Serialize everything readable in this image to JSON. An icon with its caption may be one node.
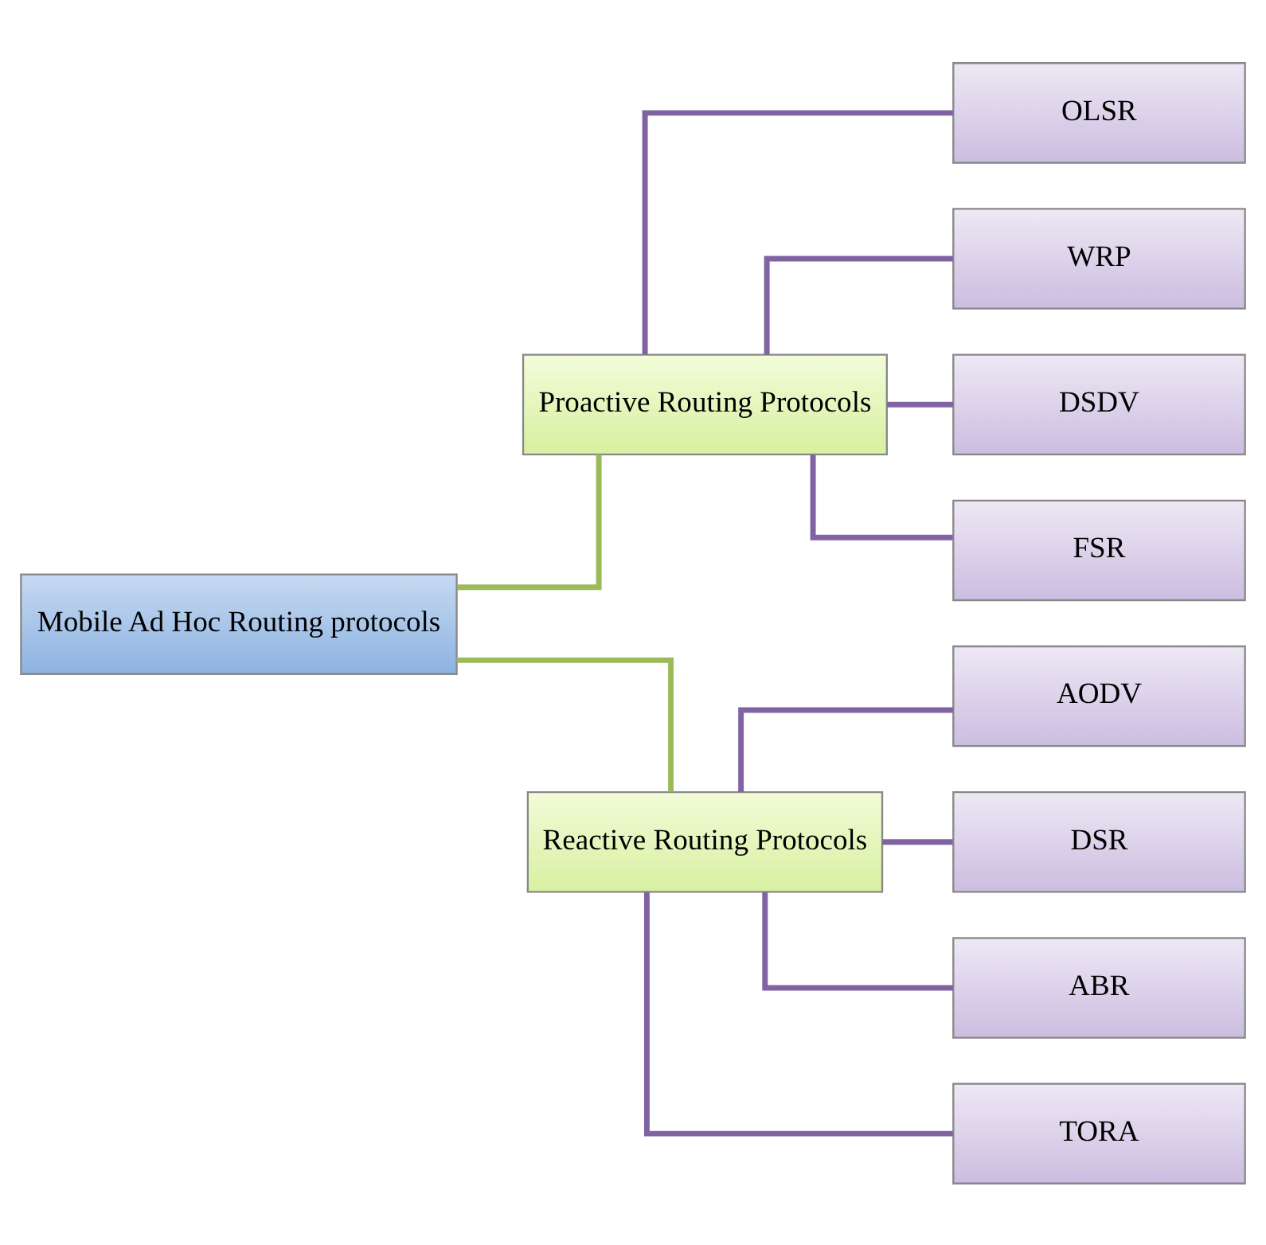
{
  "diagram": {
    "nodes": [
      {
        "text": [
          "Mobile Ad Hoc Routing protocols"
        ]
      },
      {
        "text": [
          "Proactive Routing Protocols"
        ]
      },
      {
        "text": [
          "Reactive Routing Protocols"
        ]
      },
      {
        "text": [
          "OLSR"
        ]
      },
      {
        "text": [
          "WRP"
        ]
      },
      {
        "text": [
          "DSDV"
        ]
      },
      {
        "text": [
          "FSR"
        ]
      },
      {
        "text": [
          "AODV"
        ]
      },
      {
        "text": [
          "DSR"
        ]
      },
      {
        "text": [
          "ABR"
        ]
      },
      {
        "text": [
          "TORA"
        ]
      }
    ],
    "edges": [
      {
        "from": 0,
        "to": 1,
        "arrow": "none",
        "color": "#9bbb59"
      },
      {
        "from": 0,
        "to": 2,
        "arrow": "none",
        "color": "#9bbb59"
      },
      {
        "from": 1,
        "to": 3,
        "arrow": "none"
      },
      {
        "from": 1,
        "to": 4,
        "arrow": "none"
      },
      {
        "from": 1,
        "to": 5,
        "arrow": "none"
      },
      {
        "from": 1,
        "to": 6,
        "arrow": "none"
      },
      {
        "from": 2,
        "to": 7,
        "arrow": "none"
      },
      {
        "from": 2,
        "to": 8,
        "arrow": "none"
      },
      {
        "from": 2,
        "to": 9,
        "arrow": "none"
      },
      {
        "from": 2,
        "to": 10,
        "arrow": "none"
      }
    ]
  }
}
